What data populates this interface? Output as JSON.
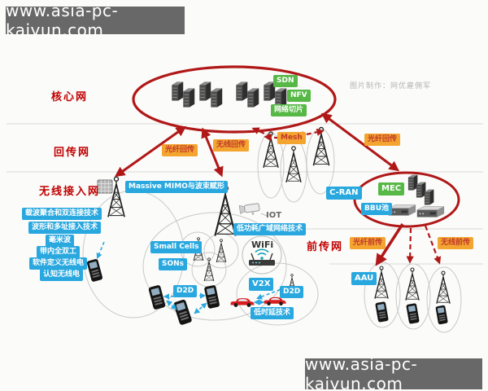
{
  "banners": {
    "top": "www.asia-pc-kaiyun.com",
    "bottom": "www.asia-pc-kaiyun.com"
  },
  "credit": "图片制作：网优雇佣军",
  "layers": {
    "core": "核心网",
    "backhaul": "回传网",
    "ran": "无线接入网",
    "fronthaul": "前传网"
  },
  "core_tags": {
    "sdn": "SDN",
    "nfv": "NFV",
    "slice": "网络切片"
  },
  "backhaul_tags": {
    "fiber_left": "光纤回传",
    "wireless": "无线回传",
    "mesh": "Mesh",
    "fiber_right": "光纤回传"
  },
  "ran_tags": {
    "massive_mimo": "Massive MIMO与波束赋形",
    "tech_list": [
      "载波聚合和双连接技术",
      "波形和多址接入技术",
      "毫米波",
      "带内全双工",
      "软件定义无线电",
      "认知无线电"
    ],
    "small_cells": "Small Cells",
    "sons": "SONs",
    "lpwan": "低功耗广域网络技术",
    "iot": "IOT",
    "wifi": "WiFi",
    "v2x": "V2X",
    "d2d_left": "D2D",
    "d2d_right": "D2D",
    "low_latency": "低时延技术"
  },
  "fronthaul_tags": {
    "cran": "C-RAN",
    "mec": "MEC",
    "bbu_pool": "BBU池",
    "aau": "AAU",
    "fiber": "光纤前传",
    "wireless": "无线前传"
  },
  "colors": {
    "accent_red": "#b01818",
    "label_red": "#c00000",
    "chip_blue": "#29a8df",
    "chip_green": "#57b847",
    "chip_orange": "#f3a530",
    "banner_gray": "#686868"
  }
}
